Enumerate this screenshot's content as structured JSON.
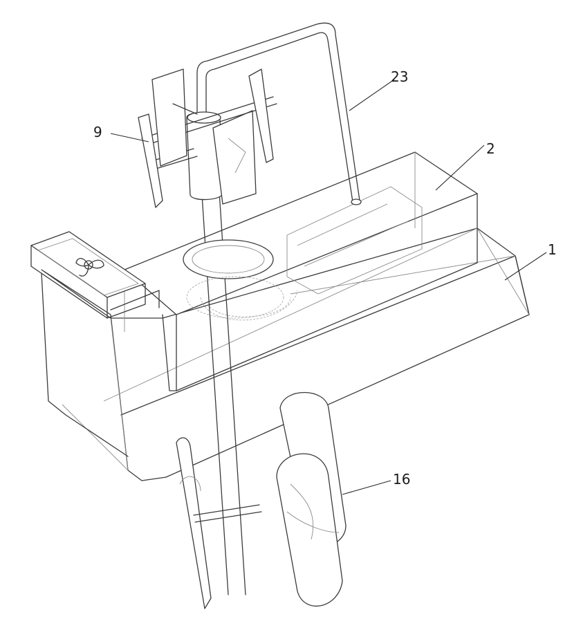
{
  "figure": {
    "labels": [
      {
        "key": "l1",
        "text": "1"
      },
      {
        "key": "l2",
        "text": "2"
      },
      {
        "key": "l9",
        "text": "9"
      },
      {
        "key": "l16",
        "text": "16"
      },
      {
        "key": "l23",
        "text": "23"
      }
    ]
  }
}
